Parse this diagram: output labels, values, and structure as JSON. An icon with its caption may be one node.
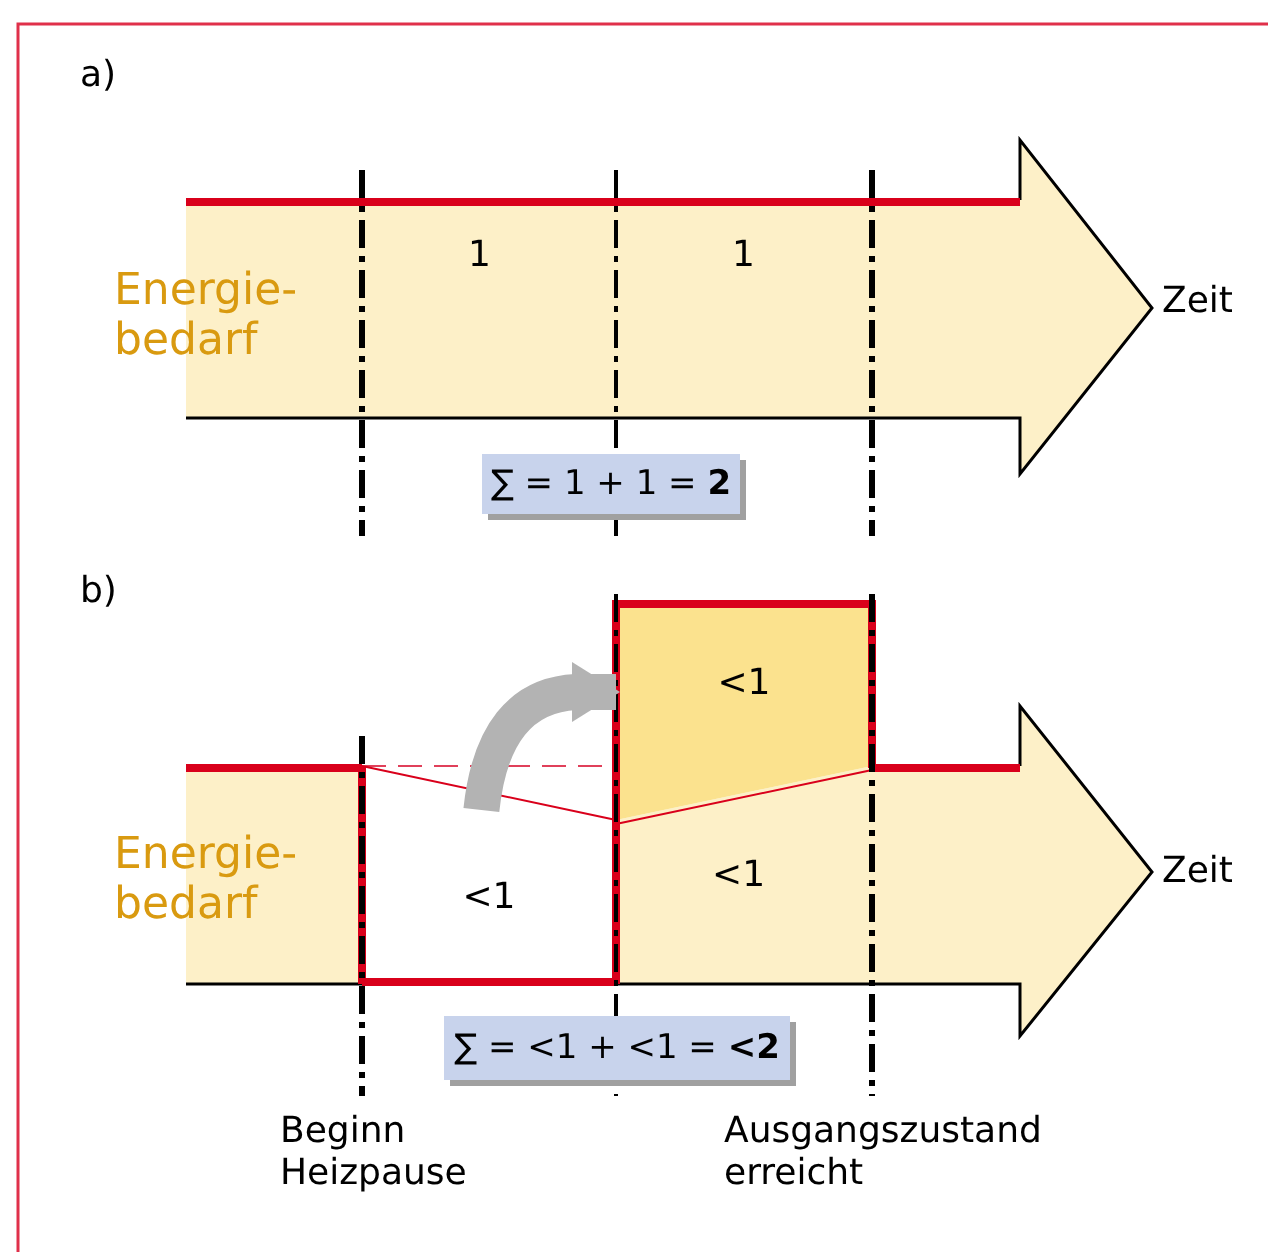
{
  "diagram": {
    "nodes": [
      {
        "text": [
          "∑ = 1 + 1 = **2**"
        ]
      },
      {
        "text": [
          "<1"
        ]
      },
      {
        "text": [
          "<1"
        ]
      },
      {
        "text": [
          "∑ = <1 + <1 = **<2**"
        ]
      }
    ],
    "edges": [
      {
        "from": 1,
        "to": 2,
        "arrow": "to",
        "color": "#b3b3b3"
      }
    ],
    "labels": [
      "a)",
      "1",
      "1",
      "Energie- bedarf",
      "Zeit",
      "b)",
      "Energie- bedarf",
      "<1",
      "Zeit",
      "Beginn Heizpause",
      "Ausgangszustand erreicht"
    ]
  }
}
